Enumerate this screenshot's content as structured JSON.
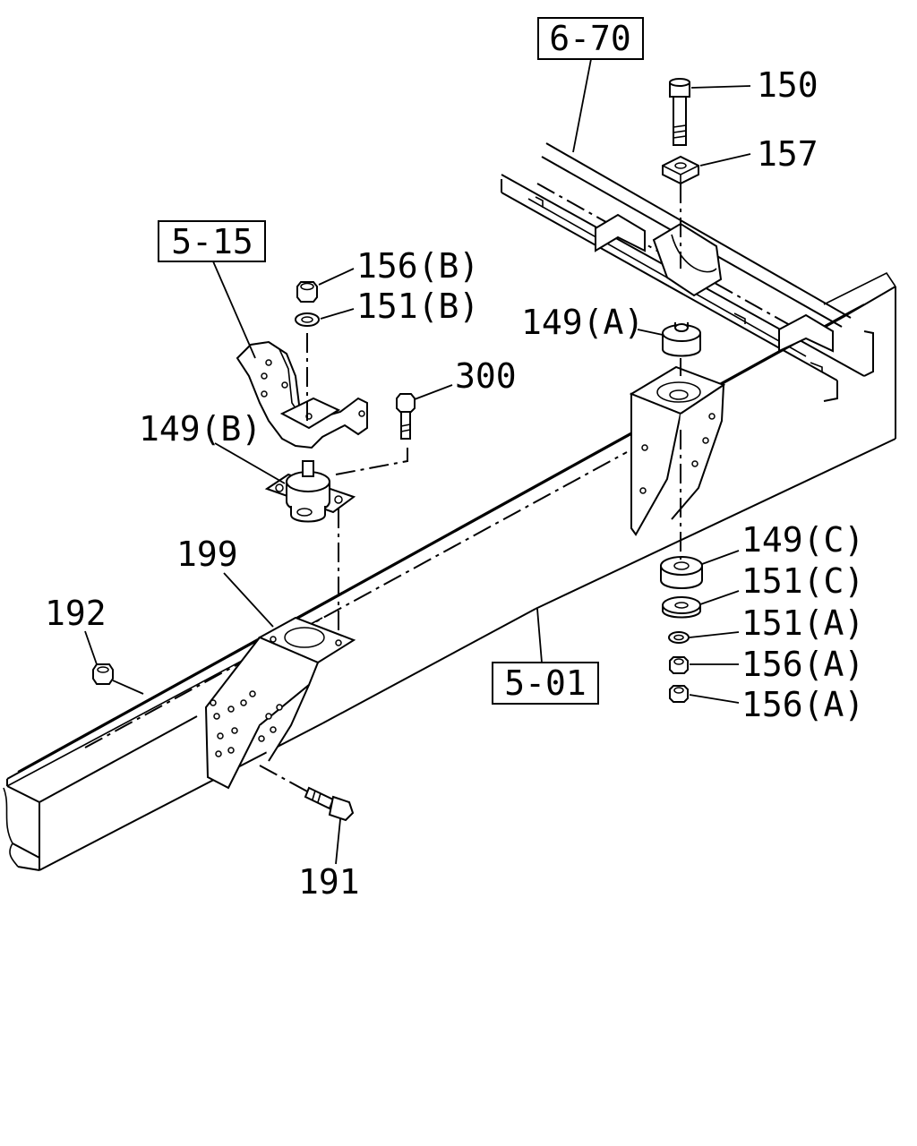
{
  "references": {
    "ref_6_70": "6-70",
    "ref_5_15": "5-15",
    "ref_5_01": "5-01"
  },
  "labels": {
    "l150": "150",
    "l157": "157",
    "l156b": "156(B)",
    "l151b": "151(B)",
    "l300": "300",
    "l149a": "149(A)",
    "l149b": "149(B)",
    "l199": "199",
    "l192": "192",
    "l149c": "149(C)",
    "l151c": "151(C)",
    "l151a": "151(A)",
    "l156a_1": "156(A)",
    "l156a_2": "156(A)",
    "l191": "191"
  }
}
